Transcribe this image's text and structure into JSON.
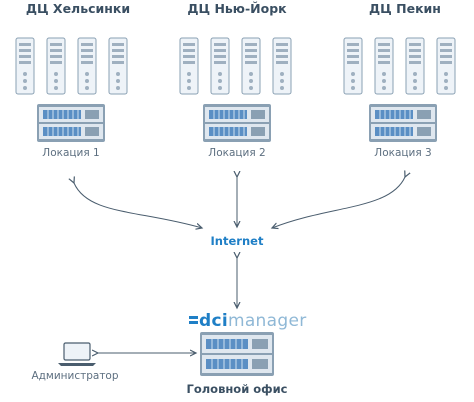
{
  "locations": [
    {
      "title": "ДЦ Хельсинки",
      "label": "Локация 1"
    },
    {
      "title": "ДЦ Нью-Йорк",
      "label": "Локация 2"
    },
    {
      "title": "ДЦ Пекин",
      "label": "Локация 3"
    }
  ],
  "internet_label": "Internet",
  "brand": {
    "mark": "dci",
    "word": "manager"
  },
  "head_office_label": "Головной офис",
  "admin_label": "Администратор",
  "colors": {
    "stroke": "#8aa0b3",
    "fill": "#eef3f8",
    "screen": "#5b8fc4",
    "accent": "#1f7fc6",
    "text": "#3a4f62"
  }
}
